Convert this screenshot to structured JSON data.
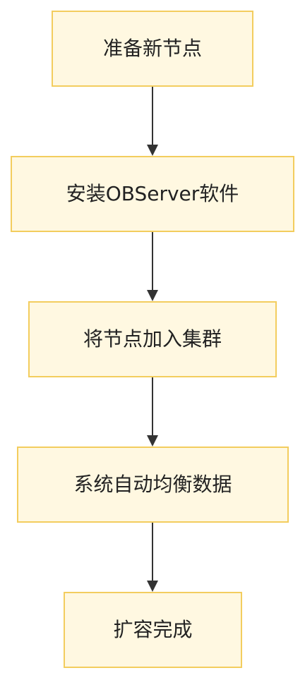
{
  "diagram": {
    "nodes": [
      {
        "label": "准备新节点"
      },
      {
        "label": "安装OBServer软件"
      },
      {
        "label": "将节点加入集群"
      },
      {
        "label": "系统自动均衡数据"
      },
      {
        "label": "扩容完成"
      }
    ],
    "colors": {
      "node_fill": "#fff8e1",
      "node_border": "#f3cd5e",
      "edge": "#333333",
      "text": "#222222"
    }
  }
}
